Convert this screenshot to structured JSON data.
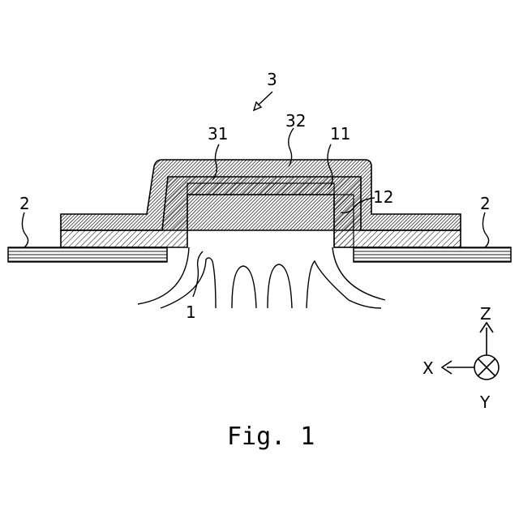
{
  "labels": {
    "assembly": "3",
    "outer_layer": "32",
    "inner_layer": "31",
    "top_face": "11",
    "side_face": "12",
    "substrate_left": "2",
    "substrate_right": "2",
    "element": "1"
  },
  "axes": {
    "z": "Z",
    "x": "X",
    "y": "Y"
  },
  "caption": "Fig. 1"
}
